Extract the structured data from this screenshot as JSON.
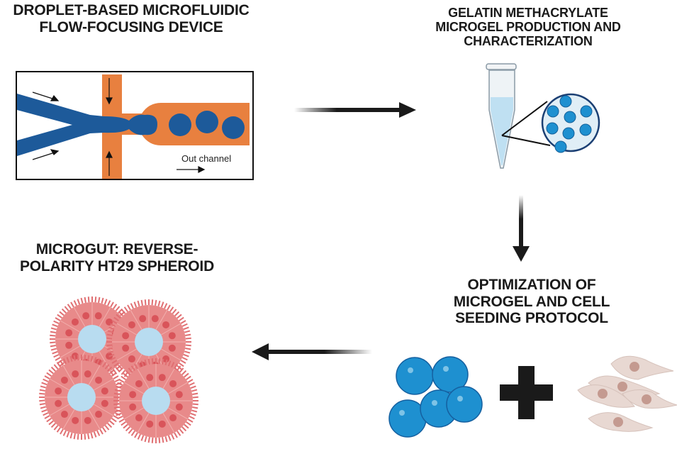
{
  "diagram": {
    "type": "workflow",
    "steps": [
      {
        "id": "step-1",
        "title_lines": [
          "Droplet-based microfluidic",
          "flow-focusing device"
        ],
        "illustration": "microfluidic-chip",
        "labels": {
          "out_channel": "Out channel"
        }
      },
      {
        "id": "step-2",
        "title_lines": [
          "Gelatin methacrylate",
          "microgel production and",
          "characterization"
        ],
        "illustration": "microcentrifuge-tube-with-microgels-magnified"
      },
      {
        "id": "step-3",
        "title_lines": [
          "Optimization of",
          "microgel and cell",
          "seeding protocol"
        ],
        "illustration": "microgels-plus-cells",
        "symbol": "+"
      },
      {
        "id": "step-4",
        "title_lines": [
          "Microgut: reverse-",
          "polarity HT29 spheroid"
        ],
        "illustration": "spheroid-cluster"
      }
    ],
    "arrows": [
      {
        "from": "step-1",
        "to": "step-2",
        "direction": "right"
      },
      {
        "from": "step-2",
        "to": "step-3",
        "direction": "down"
      },
      {
        "from": "step-3",
        "to": "step-4",
        "direction": "left"
      }
    ],
    "colors": {
      "title_text": "#1a1a1a",
      "droplet_blue": "#1d5a9a",
      "channel_orange": "#e8803f",
      "microgel_blue": "#1e90d0",
      "tube_liquid": "#bfe0f2",
      "spheroid_pink": "#e88a8a",
      "nucleus_red": "#d9545a",
      "lumen_blue": "#b8dcf0",
      "cell_beige": "#e8d8d2",
      "cell_nucleus": "#c49a90",
      "arrow": "#1a1a1a"
    }
  }
}
